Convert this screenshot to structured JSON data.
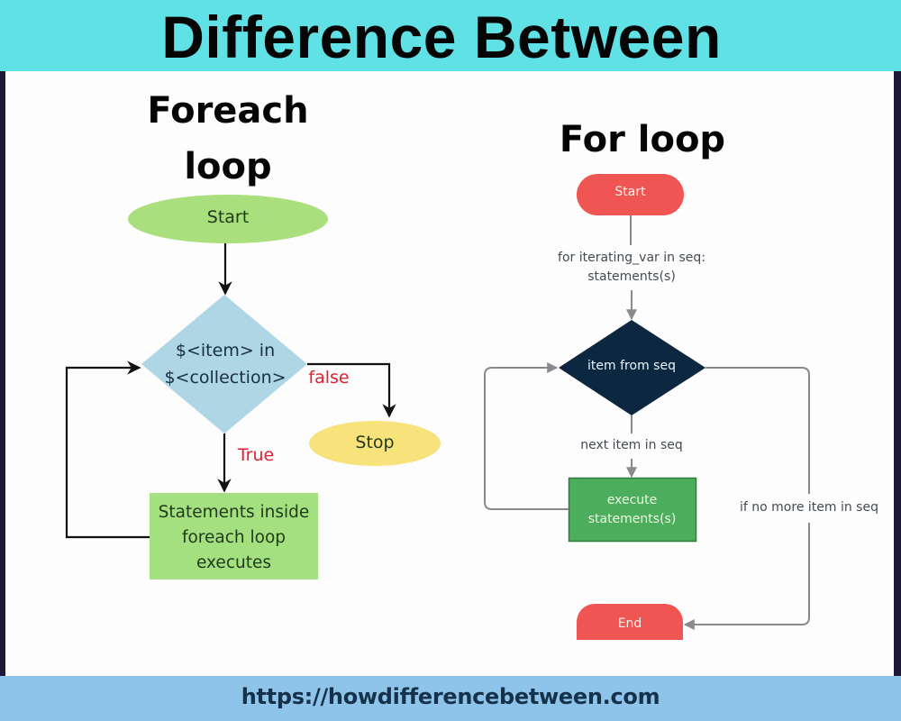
{
  "header": {
    "title": "Difference Between",
    "background": "#5fe1e5"
  },
  "footer": {
    "url": "https://howdifferencebetween.com",
    "background": "#8ec4ea"
  },
  "foreach": {
    "title_line1": "Foreach",
    "title_line2": "loop",
    "nodes": {
      "start": "Start",
      "condition_line1": "$<item> in",
      "condition_line2": "$<collection>",
      "stop": "Stop",
      "body_line1": "Statements inside",
      "body_line2": "foreach loop",
      "body_line3": "executes"
    },
    "edges": {
      "false_label": "false",
      "true_label": "True"
    },
    "colors": {
      "start": "#a9df7c",
      "condition": "#aed6e4",
      "stop": "#f8e27c",
      "body": "#a4e07f",
      "edge_label": "#e0202e"
    }
  },
  "for_loop": {
    "title": "For loop",
    "nodes": {
      "start": "Start",
      "condition": "item from seq",
      "body_line1": "execute",
      "body_line2": "statements(s)",
      "end": "End"
    },
    "edges": {
      "init_line1": "for iterating_var in seq:",
      "init_line2": "statements(s)",
      "next_label": "next item in seq",
      "exit_label": "if no more item in seq"
    },
    "colors": {
      "terminal": "#ef5552",
      "condition": "#0c2840",
      "body": "#4cae5c",
      "edge": "#8a8a8e"
    }
  }
}
